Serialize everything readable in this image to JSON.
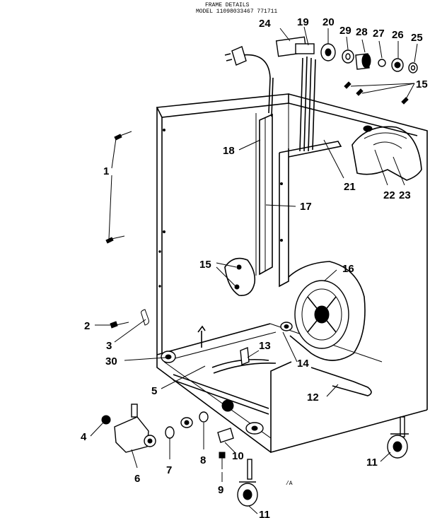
{
  "header": {
    "line1": "FRAME DETAILS",
    "line2": "MODEL 11098033467 771711"
  },
  "parts": {
    "p1": "1",
    "p2": "2",
    "p3": "3",
    "p4": "4",
    "p5": "5",
    "p6": "6",
    "p7": "7",
    "p8": "8",
    "p9": "9",
    "p10": "10",
    "p11a": "11",
    "p11b": "11",
    "p12": "12",
    "p13": "13",
    "p14": "14",
    "p15a": "15",
    "p15b": "15",
    "p16": "16",
    "p17": "17",
    "p18": "18",
    "p19": "19",
    "p20": "20",
    "p21": "21",
    "p22": "22",
    "p23": "23",
    "p24": "24",
    "p25": "25",
    "p26": "26",
    "p27": "27",
    "p28": "28",
    "p29": "29",
    "p30": "30"
  },
  "footer_mark": "/A"
}
